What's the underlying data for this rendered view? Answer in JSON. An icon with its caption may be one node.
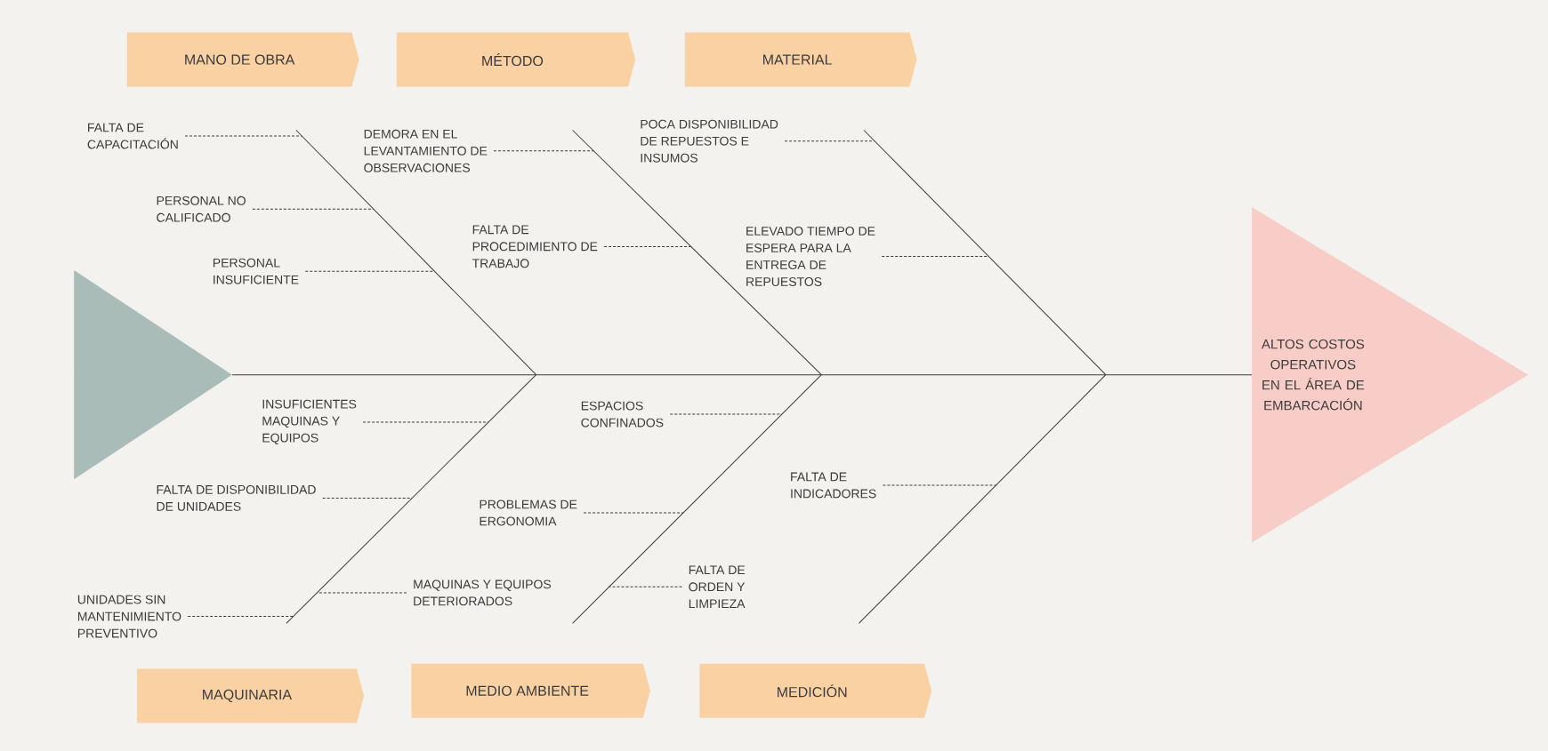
{
  "diagram": {
    "nodes": [
      {
        "text": [
          "MANO DE OBRA"
        ]
      },
      {
        "text": [
          "MÉTODO"
        ]
      },
      {
        "text": [
          "MATERIAL"
        ]
      },
      {
        "text": [
          "FALTA DE CAPACITACIÓN"
        ]
      },
      {
        "text": [
          "DEMORA EN EL LEVANTAMIENTO DE OBSERVACIONES"
        ]
      },
      {
        "text": [
          "POCA DISPONIBILIDAD DE REPUESTOS E INSUMOS"
        ]
      },
      {
        "text": [
          "PERSONAL NO CALIFICADO"
        ]
      },
      {
        "text": [
          "FALTA DE PROCEDIMIENTO DE TRABAJO"
        ]
      },
      {
        "text": [
          "ELEVADO TIEMPO DE ESPERA PARA LA ENTREGA DE REPUESTOS"
        ]
      },
      {
        "text": [
          "PERSONAL INSUFICIENTE"
        ]
      },
      {
        "text": [],
        "shape": "triangle"
      },
      {
        "text": [
          "ALTOS COSTOS OPERATIVOS EN EL ÁREA DE EMBARCACIÓN"
        ]
      },
      {
        "text": [
          "INSUFICIENTES MAQUINAS Y EQUIPOS"
        ]
      },
      {
        "text": [
          "ESPACIOS CONFINADOS"
        ]
      },
      {
        "text": [
          "FALTA DE DISPONIBILIDAD DE UNIDADES"
        ]
      },
      {
        "text": [
          "FALTA DE INDICADORES"
        ]
      },
      {
        "text": [
          "PROBLEMAS DE ERGONOMIA"
        ]
      },
      {
        "text": [
          "MAQUINAS Y EQUIPOS DETERIORADOS"
        ]
      },
      {
        "text": [
          "FALTA DE ORDEN Y LIMPIEZA"
        ]
      },
      {
        "text": [
          "UNIDADES SIN MANTENIMIENTO PREVENTIVO"
        ]
      },
      {
        "text": [
          "MAQUINARIA"
        ]
      },
      {
        "text": [
          "MEDIO AMBIENTE"
        ]
      },
      {
        "text": [
          "MEDICIÓN"
        ]
      }
    ],
    "edges": [
      {
        "from": 10,
        "to": 11,
        "arrow": "none"
      },
      {
        "from": 3,
        "to": null,
        "arrow": "none",
        "style": "dashed"
      },
      {
        "from": 4,
        "to": null,
        "arrow": "none",
        "style": "dashed"
      },
      {
        "from": 5,
        "to": null,
        "arrow": "none",
        "style": "dashed"
      },
      {
        "from": 6,
        "to": null,
        "arrow": "none",
        "style": "dashed"
      },
      {
        "from": 7,
        "to": null,
        "arrow": "none",
        "style": "dashed"
      },
      {
        "from": 8,
        "to": null,
        "arrow": "none",
        "style": "dashed"
      },
      {
        "from": 9,
        "to": null,
        "arrow": "none",
        "style": "dashed"
      },
      {
        "from": 12,
        "to": null,
        "arrow": "none",
        "style": "dashed"
      },
      {
        "from": 13,
        "to": null,
        "arrow": "none",
        "style": "dashed"
      },
      {
        "from": 14,
        "to": null,
        "arrow": "none",
        "style": "dashed"
      },
      {
        "from": 15,
        "to": null,
        "arrow": "none",
        "style": "dashed"
      },
      {
        "from": 16,
        "to": null,
        "arrow": "none",
        "style": "dashed"
      },
      {
        "from": 17,
        "to": null,
        "arrow": "none",
        "style": "dashed"
      },
      {
        "from": 18,
        "to": null,
        "arrow": "none",
        "style": "dashed"
      },
      {
        "from": 19,
        "to": null,
        "arrow": "none",
        "style": "dashed"
      }
    ]
  }
}
